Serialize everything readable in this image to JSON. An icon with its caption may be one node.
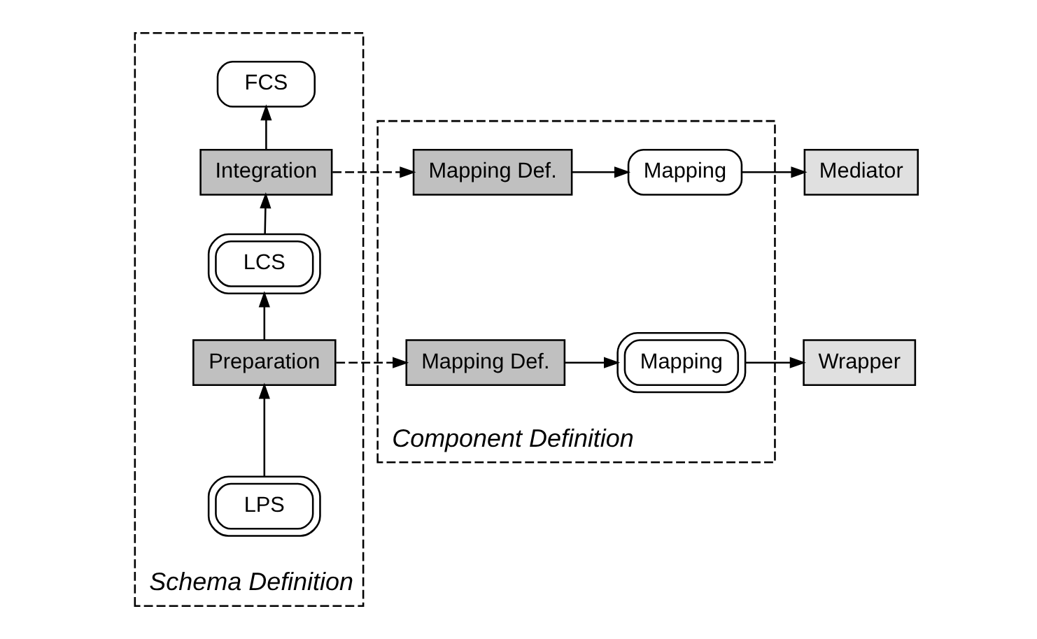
{
  "diagram": {
    "nodes": [
      {
        "text": [
          "Schema Definition"
        ]
      },
      {
        "text": [
          "FCS"
        ],
        "in": 0
      },
      {
        "text": [
          "Integration"
        ],
        "in": 0
      },
      {
        "text": [
          "LCS"
        ],
        "in": 0
      },
      {
        "text": [
          "Preparation"
        ],
        "in": 0
      },
      {
        "text": [
          "LPS"
        ],
        "in": 0
      },
      {
        "text": [
          "Component Definition"
        ]
      },
      {
        "text": [
          "Mapping Def."
        ],
        "in": 6
      },
      {
        "text": [
          "Mapping"
        ],
        "in": 6
      },
      {
        "text": [
          "Mediator"
        ]
      },
      {
        "text": [
          "Mapping Def."
        ],
        "in": 6
      },
      {
        "text": [
          "Mapping"
        ],
        "in": 6
      },
      {
        "text": [
          "Wrapper"
        ]
      }
    ],
    "edges": [
      {
        "from": 2,
        "to": 1,
        "arrow": "to"
      },
      {
        "from": 3,
        "to": 2,
        "arrow": "to"
      },
      {
        "from": 4,
        "to": 3,
        "arrow": "to"
      },
      {
        "from": 5,
        "to": 4,
        "arrow": "to"
      },
      {
        "from": 2,
        "to": 7,
        "arrow": "to",
        "style": "dashed"
      },
      {
        "from": 7,
        "to": 8,
        "arrow": "to"
      },
      {
        "from": 8,
        "to": 9,
        "arrow": "to"
      },
      {
        "from": 4,
        "to": 10,
        "arrow": "to",
        "style": "dashed"
      },
      {
        "from": 10,
        "to": 11,
        "arrow": "to"
      },
      {
        "from": 11,
        "to": 12,
        "arrow": "to"
      }
    ]
  }
}
